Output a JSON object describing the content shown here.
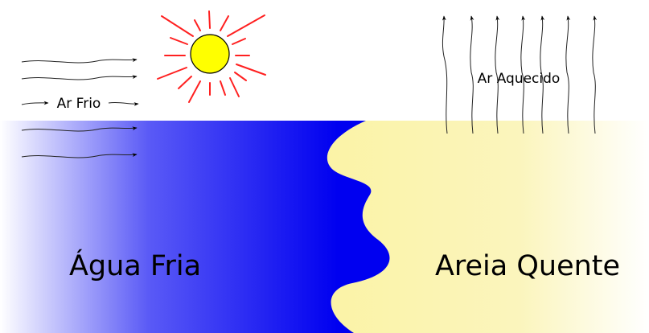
{
  "labels": {
    "cold_air": "Ar Frio",
    "heated_air": "Ar Aquecido",
    "cold_water": "Água Fria",
    "hot_sand": "Areia Quente"
  },
  "colors": {
    "water_deep": "#0000f0",
    "water_light": "#ffffff",
    "sand": "#fbf3a6",
    "sun_fill": "#ffff00",
    "sun_rays": "#ff2020"
  }
}
